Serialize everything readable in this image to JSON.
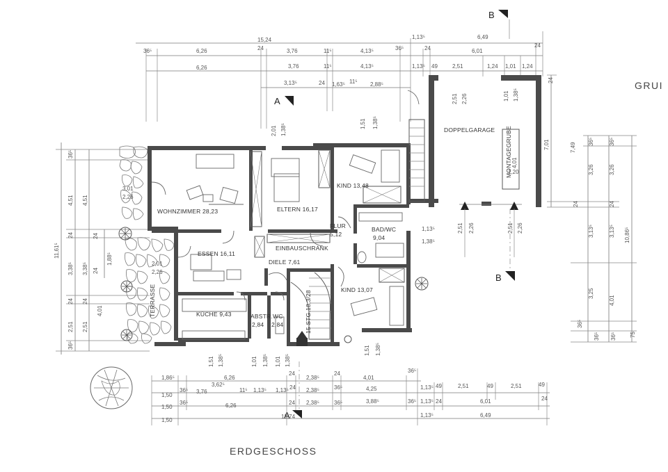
{
  "plan": {
    "title": "ERDGESCHOSS",
    "corner_label": "GRUI",
    "section_a": "A",
    "section_b": "B"
  },
  "rooms": {
    "wohnzimmer": "WOHNZIMMER 28,23",
    "eltern": "ELTERN 16,17",
    "kind1": "KIND 13,48",
    "flur": "FLUR",
    "flur_area": "5,12",
    "bad": "BAD/WC",
    "bad_area": "9,04",
    "einbau": "EINBAUSCHRANK",
    "essen": "ESSEN 16,11",
    "diele": "DIELE 7,61",
    "kind2": "KIND 13,07",
    "kueche": "KÜCHE 9,43",
    "abstr": "ABSTR.",
    "abstr_area": "2,84",
    "wc": "WC",
    "wc_area": "2,84",
    "stair": "15 STG.18,3/28",
    "terrasse": "TERRASSE",
    "garage": "DOPPELGARAGE",
    "montage": "MONTAGEGRUBE",
    "montage_dim": "4,01",
    "montage_w": "1,20"
  },
  "dims_top": {
    "row1": [
      "15,24",
      "1,13⁵",
      "6,49"
    ],
    "row2": [
      "36⁵",
      "6,26",
      "24",
      "3,76",
      "11⁵",
      "4,13⁵",
      "36⁵",
      "24",
      "6,01",
      "24"
    ],
    "row3": [
      "6,26",
      "3,76",
      "11⁵",
      "4,13⁵",
      "1,13⁵",
      "49",
      "2,51",
      "1,24",
      "1,01",
      "1,24"
    ],
    "row4": [
      "3,13⁵",
      "24",
      "1,63⁵",
      "11⁵",
      "2,88⁵"
    ]
  },
  "dims_bottom": {
    "row1": [
      "1,86⁵",
      "6,26",
      "24",
      "2,38⁵",
      "24",
      "4,01",
      "36⁵"
    ],
    "row1b": [
      "3,62⁵"
    ],
    "row2": [
      "1,50",
      "36⁵",
      "3,76",
      "11⁵",
      "1,13⁵",
      "1,13⁵",
      "24",
      "2,38⁵",
      "36⁵",
      "4,25",
      "1,13⁵",
      "49",
      "2,51",
      "49",
      "2,51",
      "49"
    ],
    "row3": [
      "1,50",
      "36⁵",
      "6,26",
      "24",
      "2,38⁵",
      "36⁵",
      "3,88⁵",
      "36⁵",
      "1,13⁵",
      "24",
      "6,01",
      "24"
    ],
    "row4": [
      "1,50",
      "13,74",
      "1,13⁵",
      "6,49"
    ]
  },
  "dims_left": {
    "outer": "11,61⁵",
    "col2": [
      "36⁵",
      "4,51",
      "24",
      "3,38⁵",
      "24",
      "2,51",
      "36⁵"
    ],
    "col3": [
      "4,51",
      "3,38⁵",
      "4,01",
      "2,51"
    ],
    "small": [
      "1,88⁵",
      "24",
      "24",
      "24"
    ],
    "terr": [
      "3,01",
      "2,26",
      "2,01",
      "2,26"
    ]
  },
  "dims_right": {
    "col1": [
      "7,01",
      "24"
    ],
    "col2": [
      "7,49",
      "36⁵",
      "3,26",
      "24",
      "3,13⁵",
      "3,25",
      "36⁵",
      "36⁵"
    ],
    "col3": [
      "36⁵",
      "3,26",
      "24",
      "3,13⁵",
      "4,01",
      "36⁵"
    ],
    "col4": [
      "10,86⁵",
      "75"
    ]
  },
  "dims_inner": {
    "door1": [
      "2,01",
      "1,38⁵"
    ],
    "door2": [
      "1,51",
      "1,38⁵"
    ],
    "garage1": [
      "2,51",
      "2,26"
    ],
    "garage2": [
      "1,01",
      "1,38⁵"
    ],
    "garage3": [
      "2,51",
      "2,26"
    ],
    "garage4": [
      "2,51",
      "2,26"
    ],
    "bad": [
      "1,13⁵",
      "1,38⁵"
    ],
    "bottom": [
      "1,51",
      "1,38⁵",
      "1,01",
      "1,38⁵",
      "1,01",
      "1,38⁵",
      "1,51",
      "1,38⁵"
    ]
  }
}
